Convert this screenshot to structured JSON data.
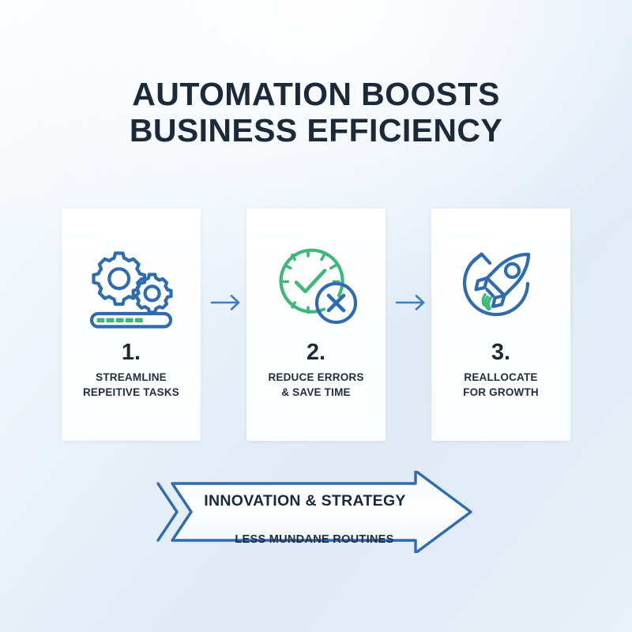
{
  "title": {
    "line1": "AUTOMATION BOOSTS",
    "line2": "BUSINESS EFFICIENCY"
  },
  "colors": {
    "title_text": "#1b2a38",
    "accent_blue": "#2e6bb0",
    "accent_green": "#3cb878",
    "card_background": "#ffffff",
    "page_background": "#e4eef7"
  },
  "cards": [
    {
      "number": "1.",
      "label_line1": "STREAMLINE",
      "label_line2": "REPEITIVE TASKS",
      "icon": "gears-progress-icon",
      "progress_segments": 5
    },
    {
      "number": "2.",
      "label_line1": "REDUCE ERRORS",
      "label_line2": "& SAVE TIME",
      "icon": "clock-check-error-icon"
    },
    {
      "number": "3.",
      "label_line1": "REALLOCATE",
      "label_line2": "FOR GROWTH",
      "icon": "rocket-cycle-icon"
    }
  ],
  "connectors": [
    {
      "icon": "arrow-right-icon"
    },
    {
      "icon": "arrow-right-icon"
    }
  ],
  "banner": {
    "title": "INNOVATION & STRATEGY",
    "subtitle": "LESS MUNDANE ROUTINES",
    "icon": "right-arrow-banner"
  }
}
